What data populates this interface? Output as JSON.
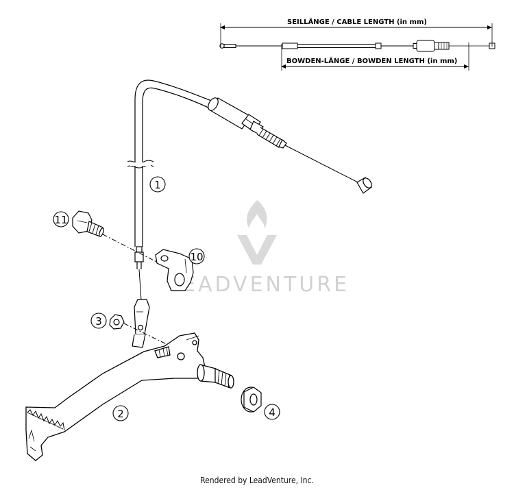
{
  "dimensions": {
    "cable_length": "SEILLÄNGE / CABLE LENGTH   (in mm)",
    "bowden_length": "BOWDEN-LÄNGE / BOWDEN LENGTH   (in mm)"
  },
  "callouts": [
    {
      "id": "callout-1",
      "label": "1"
    },
    {
      "id": "callout-2",
      "label": "2"
    },
    {
      "id": "callout-3",
      "label": "3"
    },
    {
      "id": "callout-4",
      "label": "4"
    },
    {
      "id": "callout-10",
      "label": "10"
    },
    {
      "id": "callout-11",
      "label": "11"
    }
  ],
  "watermark": "EADVENTURE",
  "footer": "Rendered by LeadVenture, Inc."
}
